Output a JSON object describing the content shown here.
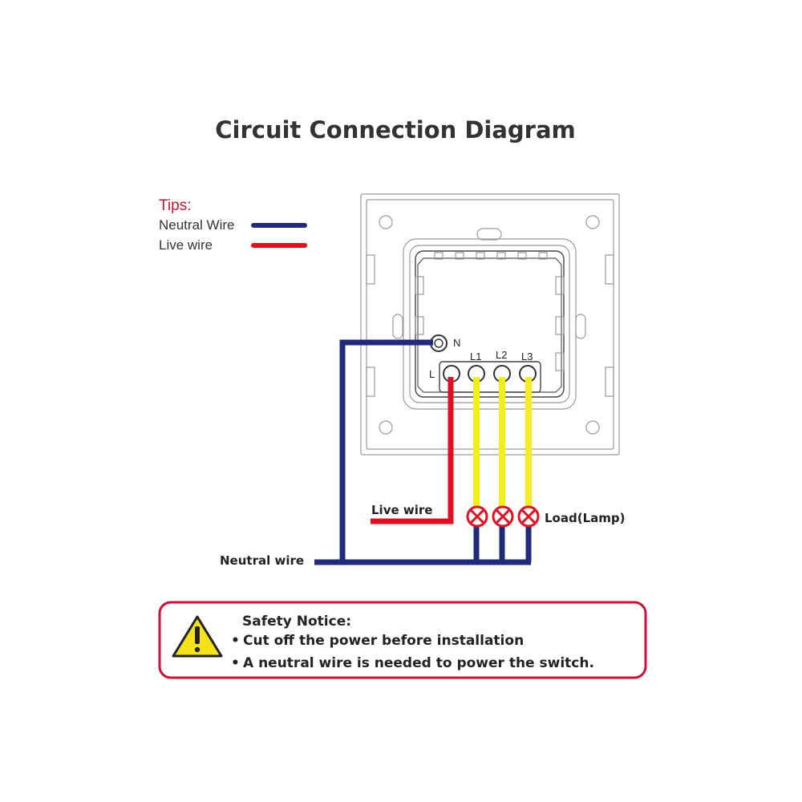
{
  "title": "Circuit Connection Diagram",
  "tips": {
    "heading": "Tips:",
    "neutral_label": "Neutral Wire",
    "live_label": "Live wire"
  },
  "terminals": {
    "n": "N",
    "l": "L",
    "l1": "L1",
    "l2": "L2",
    "l3": "L3"
  },
  "wires": {
    "live_label": "Live wire",
    "neutral_label": "Neutral wire",
    "load_label": "Load(Lamp)"
  },
  "safety": {
    "title": "Safety Notice:",
    "items": [
      "Cut off the power before installation",
      "A neutral wire is needed to power the switch."
    ]
  },
  "colors": {
    "neutral": "#1f2a7a",
    "live": "#e01020",
    "load": "#f5ee1e",
    "accent": "#cc1133",
    "warning": "#f7e21a"
  }
}
